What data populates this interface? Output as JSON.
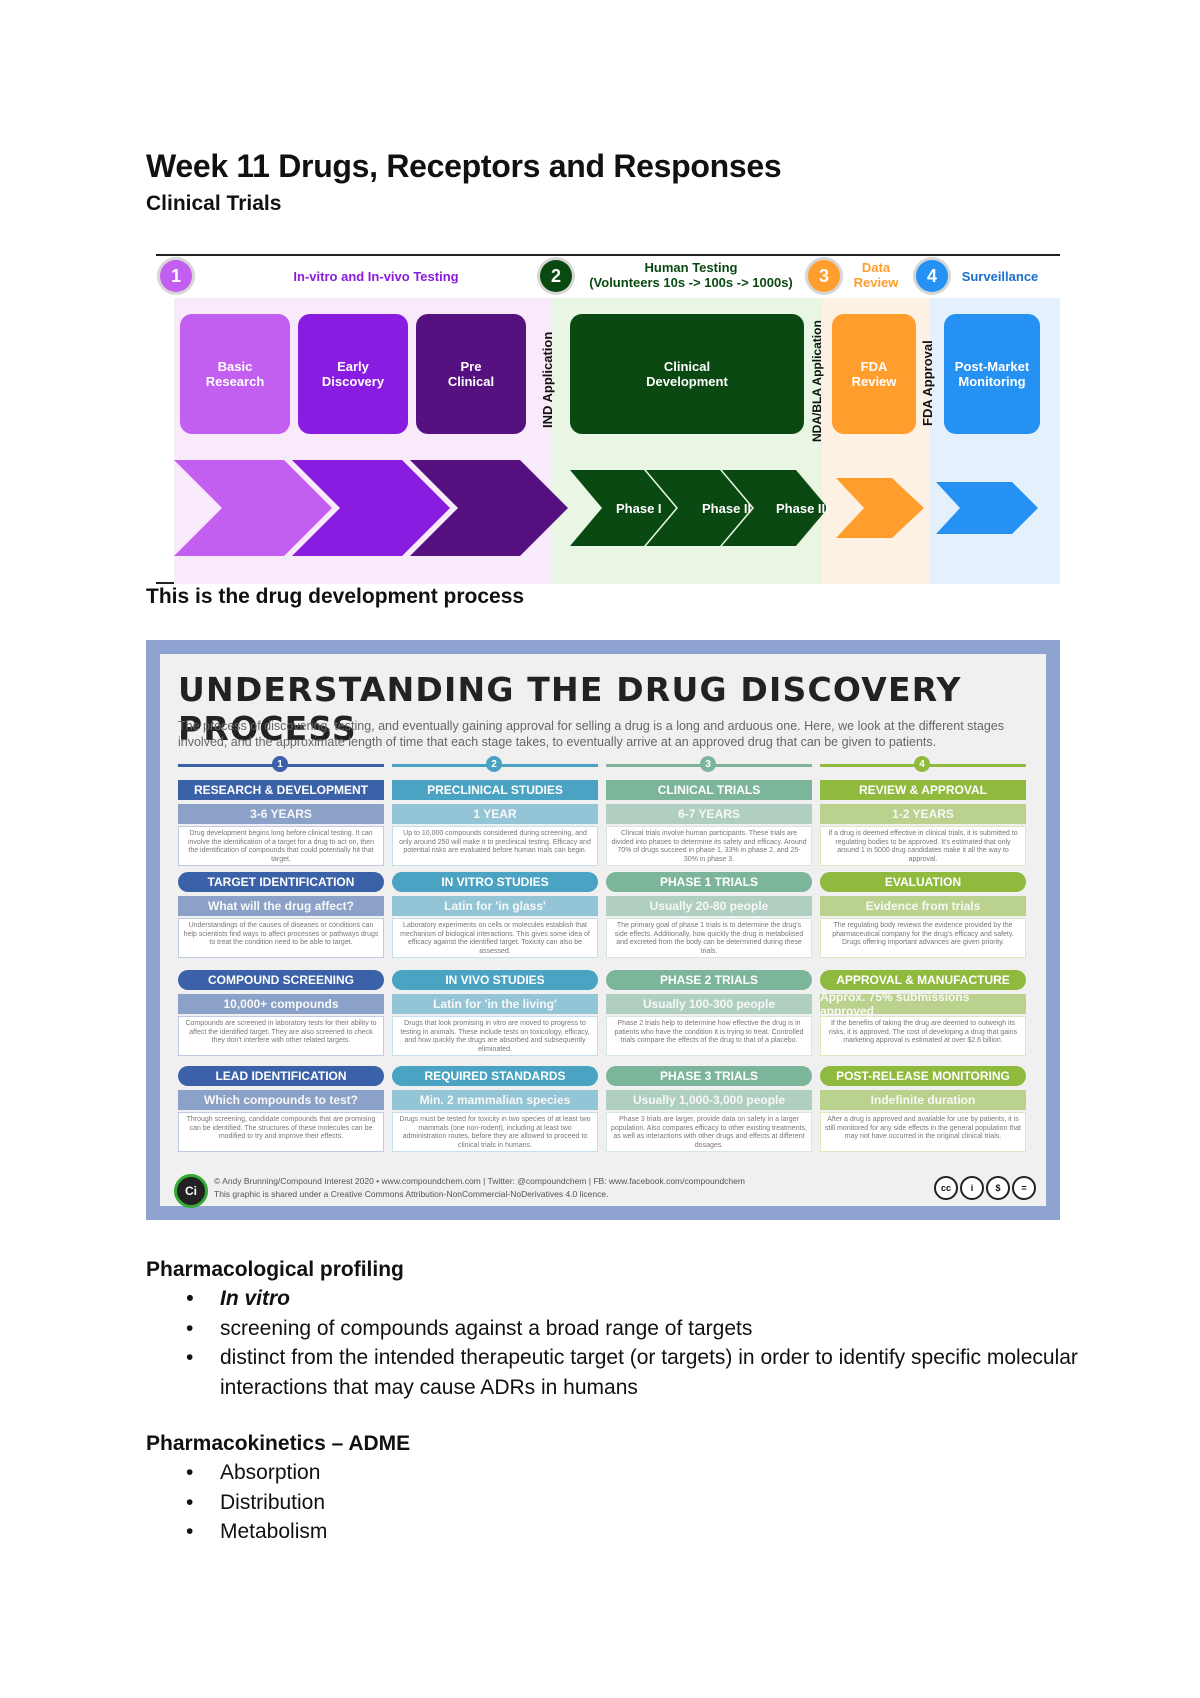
{
  "title": "Week 11 Drugs, Receptors and Responses",
  "subtitle": "Clinical Trials",
  "pipeline": {
    "stage1_num": "1",
    "stage1_label": "In-vitro and In-vivo Testing",
    "stage2_num": "2",
    "stage2_label": "Human Testing",
    "stage2_sub": "(Volunteers 10s -> 100s -> 1000s)",
    "stage3_num": "3",
    "stage3_label": "Data",
    "stage3_sub": "Review",
    "stage4_num": "4",
    "stage4_label": "Surveillance",
    "box_basic": "Basic\nResearch",
    "box_early": "Early\nDiscovery",
    "box_pre": "Pre\nClinical",
    "ind": "IND Application",
    "box_clinical": "Clinical\nDevelopment",
    "nda": "NDA/BLA Application",
    "box_fda": "FDA\nReview",
    "fda_approval": "FDA Approval",
    "box_post": "Post-Market\nMonitoring",
    "phase1": "Phase I",
    "phase2": "Phase II",
    "phase3": "Phase III",
    "colors": {
      "purple1": "#c25ef0",
      "purple2": "#8a1be0",
      "purple3": "#55117f",
      "green": "#0a4a12",
      "orange": "#ff9e2c",
      "blue": "#2591f2"
    }
  },
  "caption1": "This is the drug development process",
  "infographic": {
    "title": "UNDERSTANDING THE DRUG DISCOVERY PROCESS",
    "intro": "The process of discovering, testing, and eventually gaining approval for selling a drug is a long and arduous one. Here, we look at the different stages involved, and the approximate length of time that each stage takes, to eventually arrive at an approved drug that can be given to patients.",
    "columns": [
      {
        "num": "1",
        "color": "#3b62a8",
        "header": "RESEARCH & DEVELOPMENT",
        "duration": "3-6 YEARS",
        "body": "Drug development begins long before clinical testing. It can involve the identification of a target for a drug to act on, then the identification of compounds that could potentially hit that target.",
        "s1": "TARGET IDENTIFICATION",
        "s1sub": "What will the drug affect?",
        "s1body": "Understandings of the causes of diseases or conditions can help scientists find ways to affect processes or pathways drugs to treat the condition need to be able to target.",
        "s2": "COMPOUND SCREENING",
        "s2sub": "10,000+ compounds",
        "s2body": "Compounds are screened in laboratory tests for their ability to affect the identified target. They are also screened to check they don't interfere with other related targets.",
        "s3": "LEAD IDENTIFICATION",
        "s3sub": "Which compounds to test?",
        "s3body": "Through screening, candidate compounds that are promising can be identified. The structures of these molecules can be modified to try and improve their effects."
      },
      {
        "num": "2",
        "color": "#4aa3c2",
        "header": "PRECLINICAL STUDIES",
        "duration": "1 YEAR",
        "body": "Up to 10,000 compounds considered during screening, and only around 250 will make it to preclinical testing. Efficacy and potential risks are evaluated before human trials can begin.",
        "s1": "IN VITRO STUDIES",
        "s1sub": "Latin for 'in glass'",
        "s1body": "Laboratory experiments on cells or molecules establish that mechanism of biological interactions. This gives some idea of efficacy against the identified target. Toxicity can also be assessed.",
        "s2": "IN VIVO STUDIES",
        "s2sub": "Latin for 'in the living'",
        "s2body": "Drugs that look promising in vitro are moved to progress to testing in animals. These include tests on toxicology, efficacy, and how quickly the drugs are absorbed and subsequently eliminated.",
        "s3": "REQUIRED STANDARDS",
        "s3sub": "Min. 2 mammalian species",
        "s3body": "Drugs must be tested for toxicity in two species of at least two mammals (one non-rodent), including at least two administration routes, before they are allowed to proceed to clinical trials in humans."
      },
      {
        "num": "3",
        "color": "#7db59a",
        "header": "CLINICAL TRIALS",
        "duration": "6-7 YEARS",
        "body": "Clinical trials involve human participants. These trials are divided into phases to determine its safety and efficacy. Around 70% of drugs succeed in phase 1, 33% in phase 2, and 25-30% in phase 3.",
        "s1": "PHASE 1 TRIALS",
        "s1sub": "Usually 20-80 people",
        "s1body": "The primary goal of phase 1 trials is to determine the drug's side effects. Additionally, how quickly the drug is metabolised and excreted from the body can be determined during these trials.",
        "s2": "PHASE 2 TRIALS",
        "s2sub": "Usually 100-300 people",
        "s2body": "Phase 2 trials help to determine how effective the drug is in patients who have the condition it is trying to treat. Controlled trials compare the effects of the drug to that of a placebo.",
        "s3": "PHASE 3 TRIALS",
        "s3sub": "Usually 1,000-3,000 people",
        "s3body": "Phase 3 trials are larger, provide data on safety in a larger population. Also compares efficacy to other existing treatments, as well as interactions with other drugs and effects at different dosages."
      },
      {
        "num": "4",
        "color": "#8fba3e",
        "header": "REVIEW & APPROVAL",
        "duration": "1-2 YEARS",
        "body": "If a drug is deemed effective in clinical trials, it is submitted to regulating bodies to be approved. It's estimated that only around 1 in 5000 drug candidates make it all the way to approval.",
        "s1": "EVALUATION",
        "s1sub": "Evidence from trials",
        "s1body": "The regulating body reviews the evidence provided by the pharmaceutical company for the drug's efficacy and safety. Drugs offering important advances are given priority.",
        "s2": "APPROVAL & MANUFACTURE",
        "s2sub": "Approx. 75% submissions approved",
        "s2body": "If the benefits of taking the drug are deemed to outweigh its risks, it is approved. The cost of developing a drug that gains marketing approval is estimated at over $2.6 billion.",
        "s3": "POST-RELEASE MONITORING",
        "s3sub": "Indefinite duration",
        "s3body": "After a drug is approved and available for use by patients, it is still monitored for any side effects in the general population that may not have occurred in the original clinical trials."
      }
    ],
    "footer1": "© Andy Brunning/Compound Interest 2020 • www.compoundchem.com | Twitter: @compoundchem | FB: www.facebook.com/compoundchem",
    "footer2": "This graphic is shared under a Creative Commons Attribution-NonCommercial-NoDerivatives 4.0 licence.",
    "logo": "Ci",
    "cc_icons": [
      "cc",
      "i",
      "$",
      "="
    ]
  },
  "sections": [
    {
      "heading": "Pharmacological profiling",
      "items": [
        "In vitro",
        "screening of compounds against a broad range of targets",
        "distinct from the intended therapeutic target (or targets) in order to identify specific molecular interactions that may cause ADRs in humans"
      ]
    },
    {
      "heading": "Pharmacokinetics – ADME",
      "items": [
        "Absorption",
        "Distribution",
        "Metabolism"
      ]
    }
  ]
}
